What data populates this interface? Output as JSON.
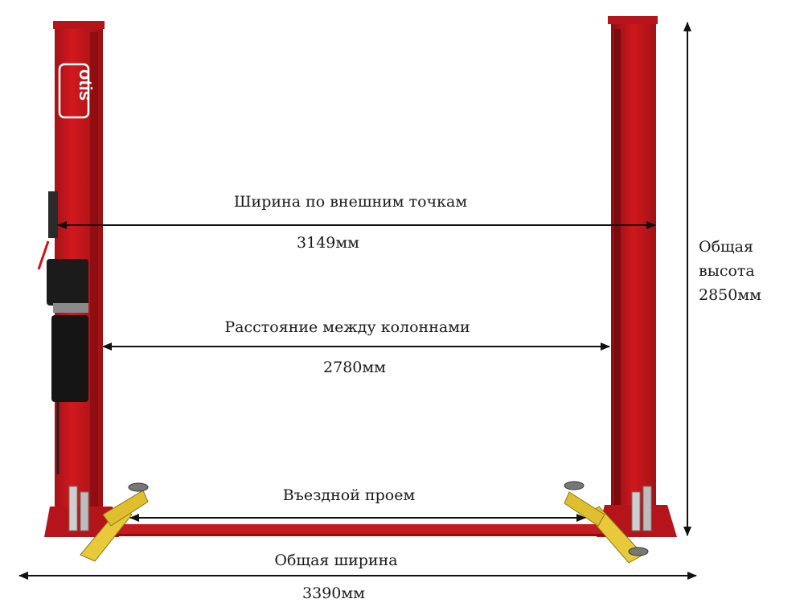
{
  "brand": {
    "logo": "otis"
  },
  "dimensions": {
    "outer_width": {
      "title": "Ширина по внешним точкам",
      "value": "3149мм"
    },
    "column_distance": {
      "title": "Расстояние между колоннами",
      "value": "2780мм"
    },
    "drive_through": {
      "title": "Въездной проем"
    },
    "total_width": {
      "title": "Общая ширина",
      "value": "3390мм"
    },
    "total_height": {
      "line1": "Общая",
      "line2": "высота",
      "value": "2850мм"
    }
  },
  "colors": {
    "column_red": "#c8171b",
    "column_dark": "#8e0d10",
    "arm_yellow": "#e8c93a",
    "motor_black": "#1b1b1b",
    "arrow": "#111111"
  }
}
